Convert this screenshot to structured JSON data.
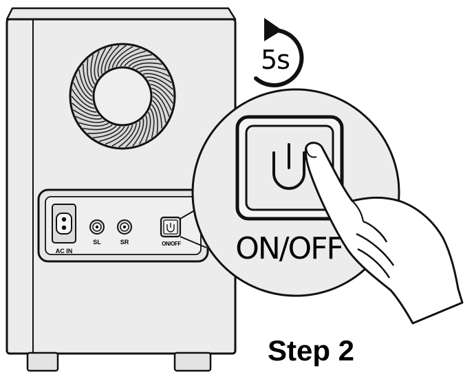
{
  "device": {
    "ports": {
      "ac_in_label": "AC  IN",
      "sl_label": "SL",
      "sr_label": "SR",
      "power_label": "ON/OFF"
    }
  },
  "callout": {
    "power_label": "ON/OFF"
  },
  "timer": {
    "label": "5s"
  },
  "step": {
    "label": "Step 2"
  }
}
